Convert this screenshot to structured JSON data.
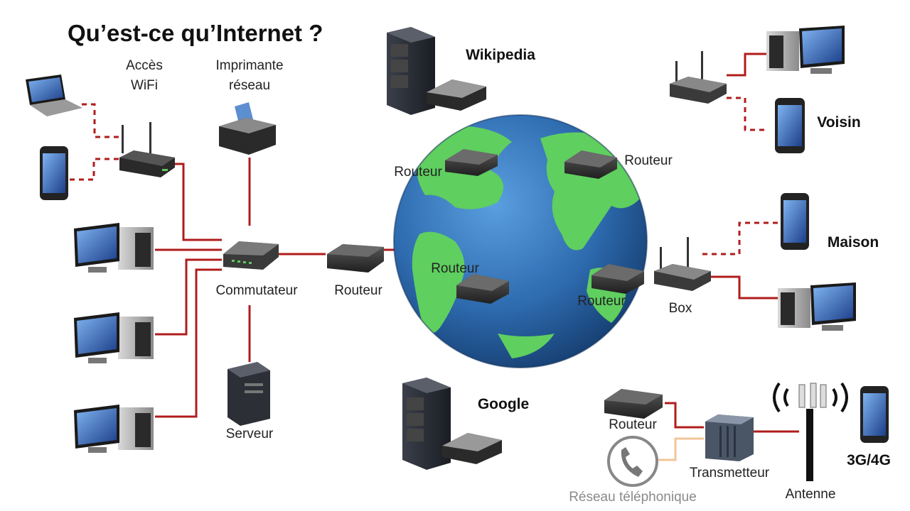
{
  "title": "Qu’est-ce qu’Internet ?",
  "labels": {
    "wifi_l1": "Accès",
    "wifi_l2": "WiFi",
    "printer_l1": "Imprimante",
    "printer_l2": "réseau",
    "switch": "Commutateur",
    "router_local": "Routeur",
    "server": "Serveur",
    "wikipedia": "Wikipedia",
    "google": "Google",
    "router_globe_tl": "Routeur",
    "router_globe_tr": "Routeur",
    "router_globe_bl": "Routeur",
    "router_globe_br": "Routeur",
    "voisin": "Voisin",
    "maison": "Maison",
    "box": "Box",
    "router_mobile": "Routeur",
    "transmetteur": "Transmetteur",
    "reseau_tel": "Réseau téléphonique",
    "antenne": "Antenne",
    "g34": "3G/4G"
  },
  "colors": {
    "wire": "#b01c1c",
    "phone_wire": "#f0c59a",
    "ocean": "#2f6fb0",
    "land": "#5fcf5f"
  }
}
